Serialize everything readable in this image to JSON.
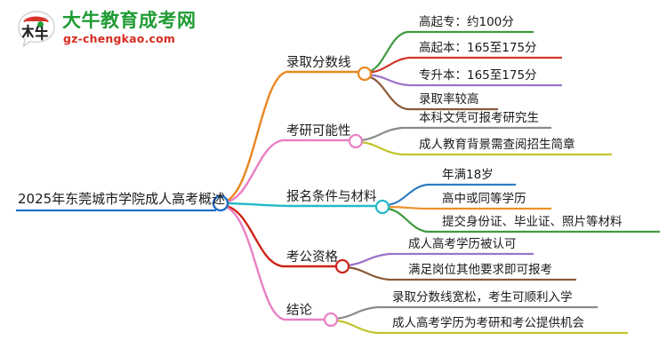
{
  "logo": {
    "mark_name": "daniu-logo-icon",
    "brand_cn": "大牛教育成考网",
    "brand_url": "gz-chengkao.com",
    "brand_cn_color": "#1f9b34",
    "brand_url_color": "#d92b20",
    "mark_colors": {
      "red": "#d9342b",
      "green": "#1f9b34",
      "dark": "#222222"
    }
  },
  "mindmap": {
    "root": {
      "label": "2025年东莞城市学院成人高考概述",
      "color": "#1f6fc4"
    },
    "branches": [
      {
        "label": "录取分数线",
        "color": "#e8871f",
        "children": [
          {
            "label": "高起专：约100分",
            "color": "#3f9a3f"
          },
          {
            "label": "高起本：165至175分",
            "color": "#d1352b"
          },
          {
            "label": "专升本：165至175分",
            "color": "#9b73c9"
          },
          {
            "label": "录取率较高",
            "color": "#8a5a3b"
          }
        ]
      },
      {
        "label": "考研可能性",
        "color": "#e87fc4",
        "children": [
          {
            "label": "本科文凭可报考研究生",
            "color": "#8b8b8b"
          },
          {
            "label": "成人教育背景需查阅招生简章",
            "color": "#c2c22a"
          }
        ]
      },
      {
        "label": "报名条件与材料",
        "color": "#23b8c9",
        "children": [
          {
            "label": "年满18岁",
            "color": "#2f7dc4"
          },
          {
            "label": "高中或同等学历",
            "color": "#ef8f2a"
          },
          {
            "label": "提交身份证、毕业证、照片等材料",
            "color": "#3f9a3f"
          }
        ]
      },
      {
        "label": "考公资格",
        "color": "#cf2318",
        "children": [
          {
            "label": "成人高考学历被认可",
            "color": "#9b73c9"
          },
          {
            "label": "满足岗位其他要求即可报考",
            "color": "#8a5a3b"
          }
        ]
      },
      {
        "label": "结论",
        "color": "#e87fc4",
        "children": [
          {
            "label": "录取分数线宽松，考生可顺利入学",
            "color": "#8b8b8b"
          },
          {
            "label": "成人高考学历为考研和考公提供机会",
            "color": "#c2c22a"
          }
        ]
      }
    ]
  }
}
